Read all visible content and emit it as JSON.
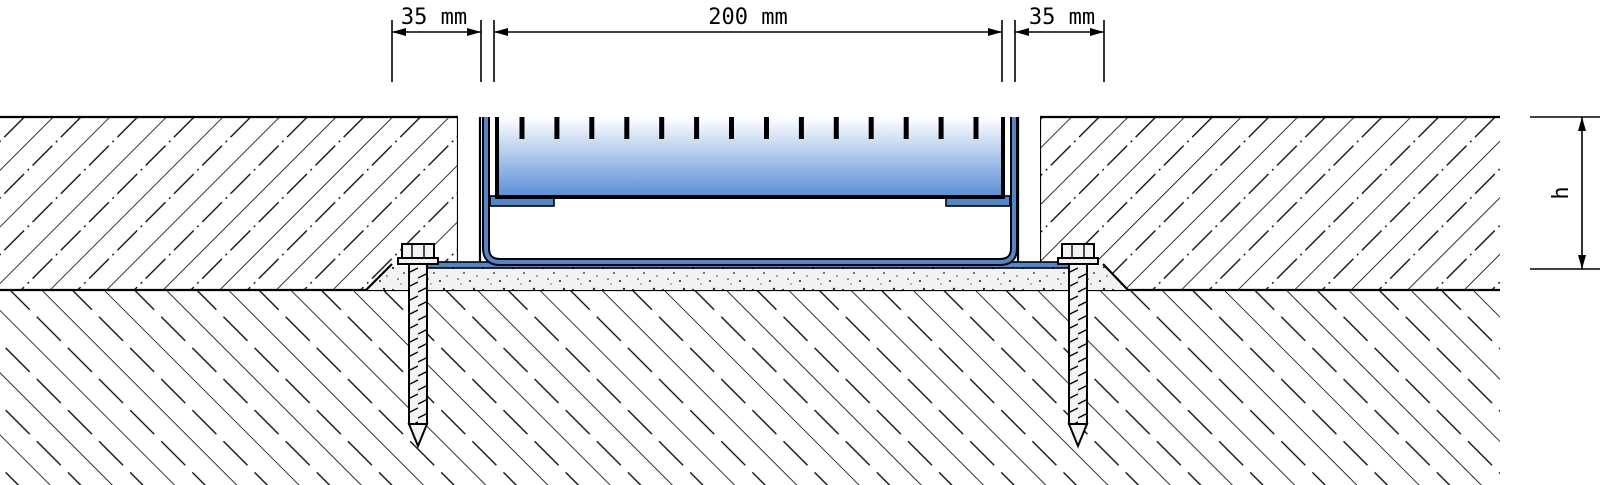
{
  "dimensions": {
    "left_flange": "35 mm",
    "channel_width": "200 mm",
    "right_flange": "35 mm",
    "height": "h"
  },
  "colors": {
    "grate_top": "#ffffff",
    "grate_bottom": "#5b8fd6",
    "channel_steel": "#4f86cc",
    "outline": "#000000",
    "bedding": "#f2f2f2"
  },
  "grate": {
    "slot_count": 14
  }
}
